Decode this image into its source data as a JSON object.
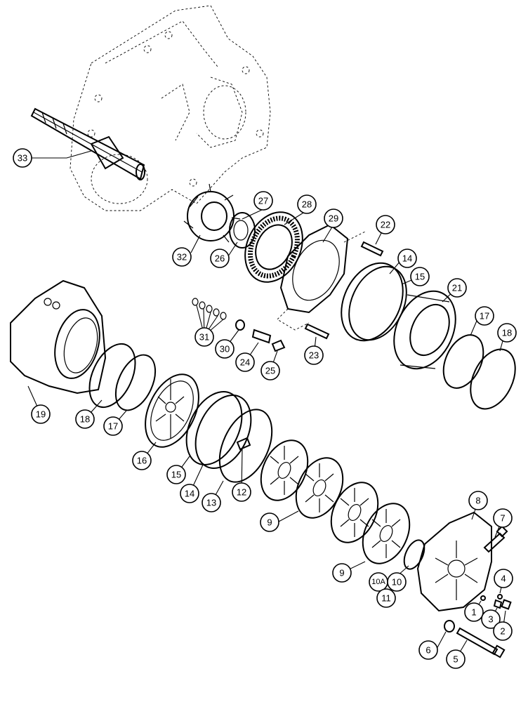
{
  "callouts": {
    "c33": "33",
    "c27": "27",
    "c28": "28",
    "c29": "29",
    "c22": "22",
    "c32": "32",
    "c26": "26",
    "c14a": "14",
    "c15a": "15",
    "c21": "21",
    "c17a": "17",
    "c18a": "18",
    "c31": "31",
    "c30": "30",
    "c24": "24",
    "c25": "25",
    "c23": "23",
    "c19": "19",
    "c18b": "18",
    "c17b": "17",
    "c16": "16",
    "c15b": "15",
    "c14b": "14",
    "c13": "13",
    "c12": "12",
    "c9a": "9",
    "c9b": "9",
    "c8": "8",
    "c7": "7",
    "c4": "4",
    "c10a": "10A",
    "c10": "10",
    "c11": "11",
    "c1": "1",
    "c3": "3",
    "c2": "2",
    "c6": "6",
    "c5": "5"
  }
}
